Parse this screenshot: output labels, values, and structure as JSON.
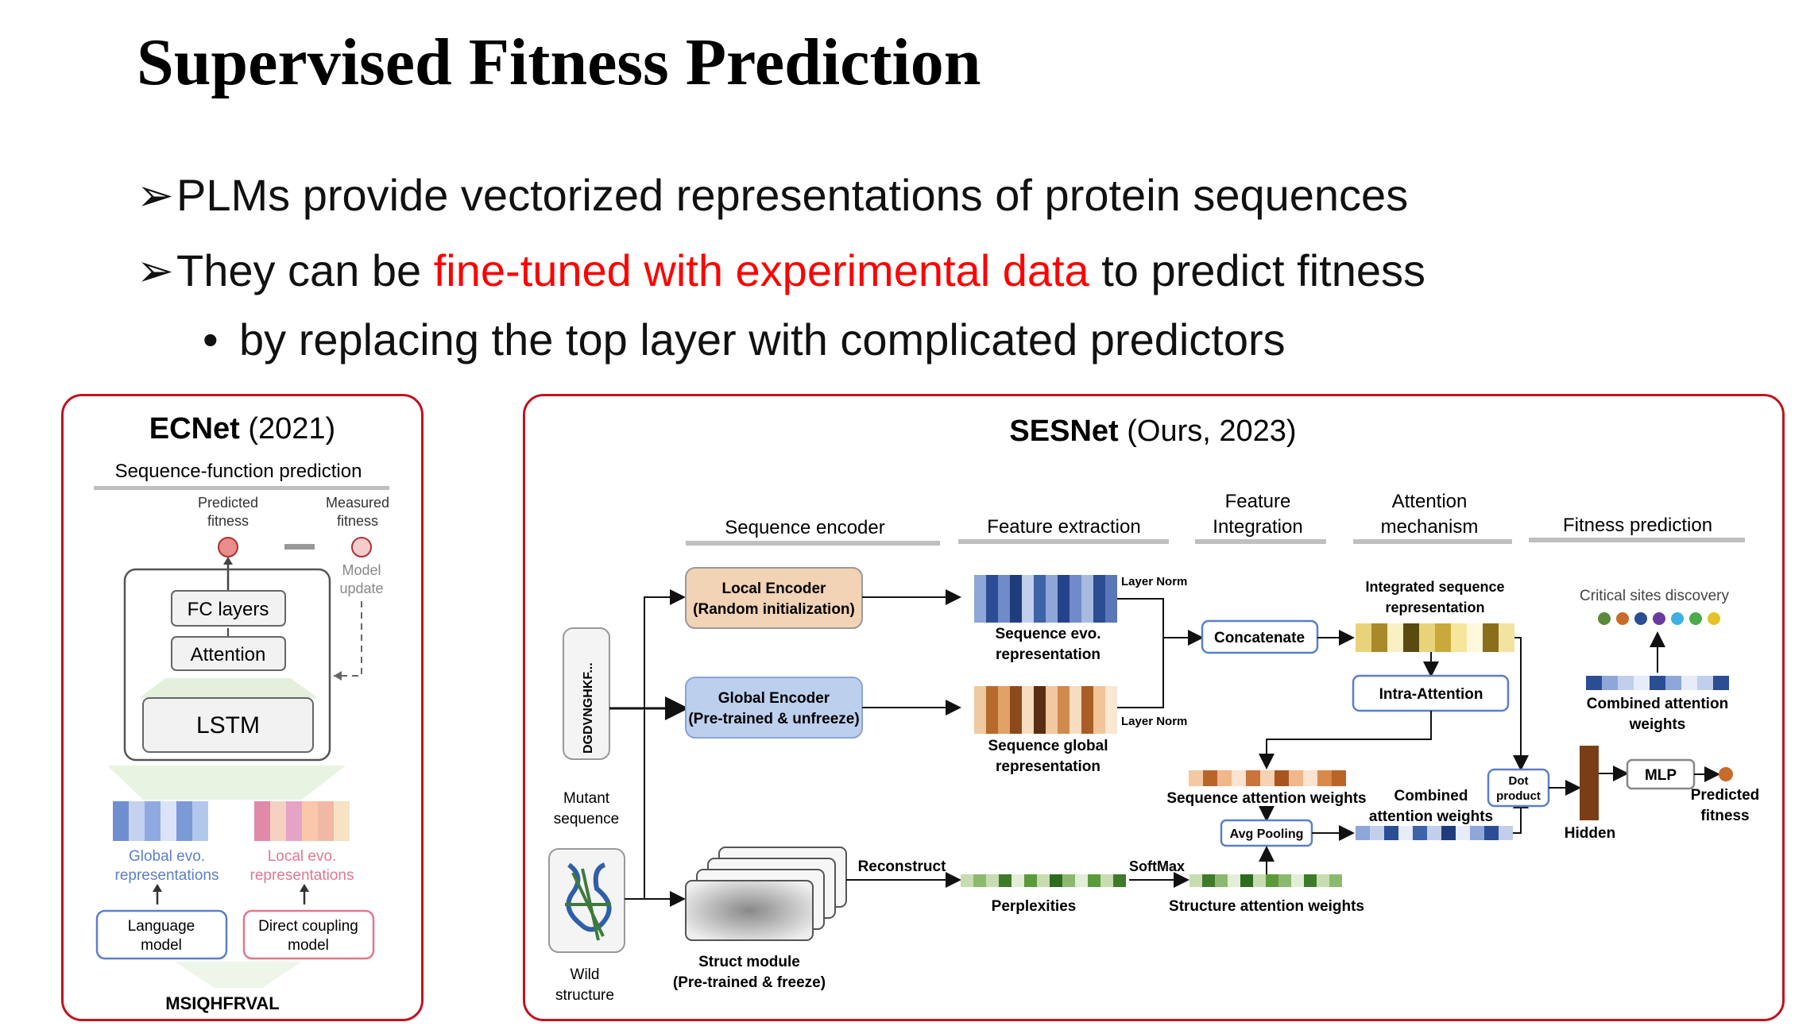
{
  "slide_title": "Supervised Fitness Prediction",
  "bullets": [
    {
      "text": "PLMs provide vectorized representations of protein sequences"
    },
    {
      "pre": "They can be ",
      "highlight": "fine-tuned with experimental data",
      "post": " to predict fitness"
    }
  ],
  "sub_bullet": "by replacing the top layer with complicated predictors",
  "ecnet": {
    "name": "ECNet",
    "year": "(2021)",
    "subtitle": "Sequence-function prediction",
    "predicted": [
      "Predicted",
      "fitness"
    ],
    "measured": [
      "Measured",
      "fitness"
    ],
    "model_update": [
      "Model",
      "update"
    ],
    "fc_layers": "FC layers",
    "attention": "Attention",
    "lstm": "LSTM",
    "global_evo": [
      "Global evo.",
      "representations"
    ],
    "local_evo": [
      "Local evo.",
      "representations"
    ],
    "language_model": [
      "Language",
      "model"
    ],
    "direct_coupling": [
      "Direct coupling",
      "model"
    ],
    "sequence": "MSIQHFRVAL"
  },
  "sesnet": {
    "name": "SESNet",
    "subtitle": "(Ours, 2023)",
    "headers": {
      "seq_encoder": "Sequence encoder",
      "feature_extraction": "Feature extraction",
      "feature_integration": [
        "Feature",
        "Integration"
      ],
      "attention_mechanism": [
        "Attention",
        "mechanism"
      ],
      "fitness_prediction": "Fitness prediction"
    },
    "mutant_seq": "DGDVNGHKF...",
    "mutant_label": [
      "Mutant",
      "sequence"
    ],
    "wild_label": [
      "Wild",
      "structure"
    ],
    "local_encoder": [
      "Local Encoder",
      "(Random initialization)"
    ],
    "global_encoder": [
      "Global Encoder",
      "(Pre-trained & unfreeze)"
    ],
    "layer_norm": "Layer Norm",
    "seq_evo_rep": [
      "Sequence evo.",
      "representation"
    ],
    "seq_global_rep": [
      "Sequence global",
      "representation"
    ],
    "concatenate": "Concatenate",
    "integrated_rep": [
      "Integrated sequence",
      "representation"
    ],
    "intra_attention": "Intra-Attention",
    "critical_sites": "Critical sites discovery",
    "combined_attention_weights": [
      "Combined attention",
      "weights"
    ],
    "dot_product": [
      "Dot",
      "product"
    ],
    "hidden": "Hidden",
    "mlp": "MLP",
    "predicted_fitness": [
      "Predicted",
      "fitness"
    ],
    "seq_attention_weights": "Sequence attention weights",
    "combined_weights": [
      "Combined",
      "attention weights"
    ],
    "avg_pooling": "Avg Pooling",
    "reconstruct": "Reconstruct",
    "softmax": "SoftMax",
    "perplexities": "Perplexities",
    "structure_attention_weights": "Structure attention weights",
    "struct_module": [
      "Struct module",
      "(Pre-trained & freeze)"
    ]
  },
  "colors": {
    "panel_border": "#c1121f",
    "highlight": "#ff0000",
    "local_encoder_fill": "#f2d3b5",
    "global_encoder_fill": "#bcd0ee",
    "accent_blue": "#3a66b0"
  }
}
